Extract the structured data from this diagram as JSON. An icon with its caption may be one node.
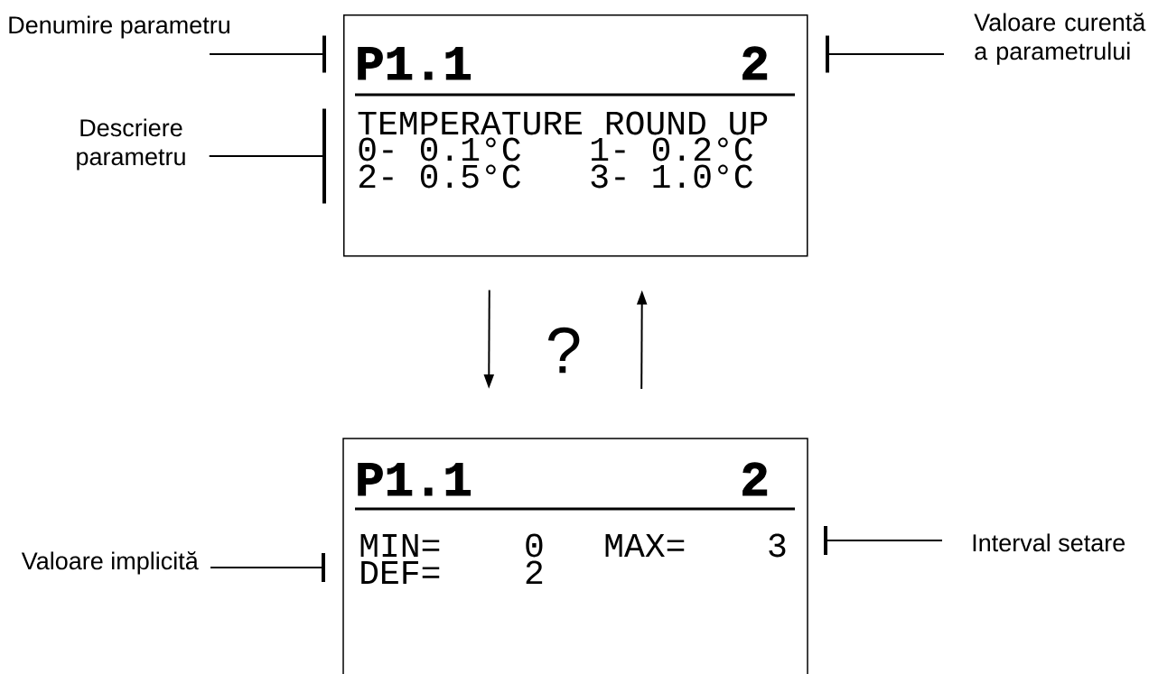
{
  "diagram": {
    "nodes": [
      {
        "text": [
          "Denumire parametru"
        ]
      },
      {
        "text": [
          "P1.1",
          "2",
          "TEMPERATURE ROUND UP",
          "0- 0.1°C",
          "1- 0.2°C",
          "2- 0.5°C",
          "3- 1.0°C"
        ]
      },
      {
        "text": [
          "Valoare curentă a parametrului"
        ]
      },
      {
        "text": [
          "Descriere parametru"
        ]
      },
      {
        "text": [
          "P1.1",
          "2",
          "MIN=",
          "0",
          "MAX=",
          "3",
          "DEF=",
          "2"
        ]
      },
      {
        "text": [
          "Valoare implicită"
        ]
      },
      {
        "text": [
          "Interval setare"
        ]
      }
    ],
    "edges": [
      {
        "from": 0,
        "to": null,
        "arrow": "none"
      },
      {
        "from": 2,
        "to": null,
        "arrow": "none"
      },
      {
        "from": 3,
        "to": null,
        "arrow": "none"
      },
      {
        "from": 1,
        "to": 4,
        "arrow": "to"
      },
      {
        "from": 4,
        "to": 1,
        "arrow": "to"
      },
      {
        "from": 5,
        "to": null,
        "arrow": "none"
      },
      {
        "from": 6,
        "to": null,
        "arrow": "none"
      }
    ],
    "labels": [
      "?"
    ]
  }
}
